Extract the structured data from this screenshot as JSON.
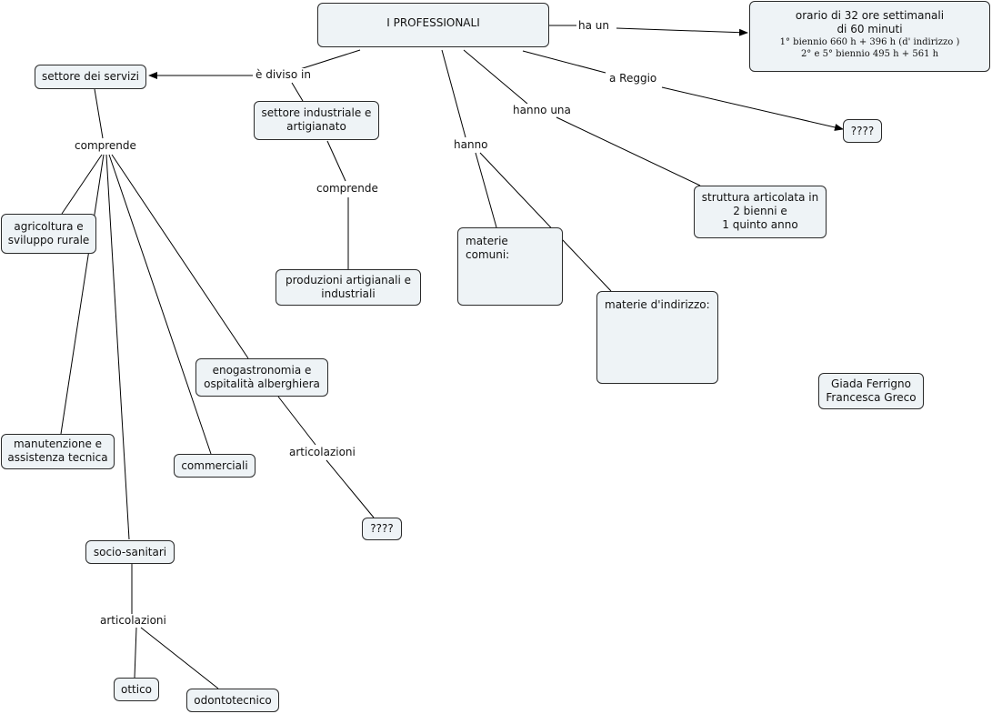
{
  "nodes": {
    "root": "I PROFESSIONALI",
    "orario": {
      "line1": "orario di 32 ore settimanali",
      "line2": "di 60 minuti",
      "line3": "1° biennio 660 h + 396 h (d' indirizzo )",
      "line4": "2° e 5° biennio 495 h + 561 h"
    },
    "servizi": "settore dei servizi",
    "industriale": {
      "line1": "settore industriale e",
      "line2": "artigianato"
    },
    "reggio_unknown": "????",
    "struttura": {
      "line1": "struttura articolata in",
      "line2": "2 bienni e",
      "line3": "1 quinto anno"
    },
    "materie_comuni": "materie comuni:",
    "materie_indirizzo": "materie d'indirizzo:",
    "produzioni": {
      "line1": "produzioni artigianali e",
      "line2": "industriali"
    },
    "agricoltura": {
      "line1": "agricoltura e",
      "line2": "sviluppo rurale"
    },
    "enogastronomia": {
      "line1": "enogastronomia e",
      "line2": "ospitalità alberghiera"
    },
    "autori": {
      "line1": "Giada Ferrigno",
      "line2": "Francesca Greco"
    },
    "manutenzione": {
      "line1": "manutenzione e",
      "line2": "assistenza tecnica"
    },
    "commerciali": "commerciali",
    "eno_unknown": "????",
    "socio": "socio-sanitari",
    "ottico": "ottico",
    "odontotecnico": "odontotecnico"
  },
  "links": {
    "ha_un": "ha un",
    "diviso_in": "è diviso in",
    "a_reggio": "a Reggio",
    "hanno_una": "hanno una",
    "hanno": "hanno",
    "comprende_servizi": "comprende",
    "comprende_industriale": "comprende",
    "articolazioni_eno": "articolazioni",
    "articolazioni_socio": "articolazioni"
  }
}
